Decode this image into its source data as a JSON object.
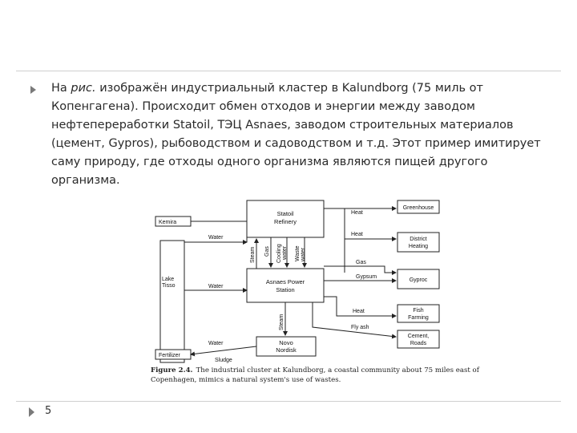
{
  "slide": {
    "paragraph_pre": "На ",
    "paragraph_italic": "рис.",
    "paragraph_post": "  изображён индустриальный кластер в Kalundborg (75 миль от Копенгагена). Происходит обмен отходов и энергии между заводом нефтепереработки Statoil, ТЭЦ Asnaes, заводом строительных материалов (цемент, Gypros), рыбоводством и садоводством и т.д. Этот пример имитирует саму природу, где отходы одного организма являются пищей другого организма.",
    "page_number": "5"
  },
  "figure": {
    "nodes": {
      "statoil_1": "Statoil",
      "statoil_2": "Refinery",
      "asnaes_1": "Asnaes Power",
      "asnaes_2": "Station",
      "kemira": "Kemira",
      "lake_1": "Lake",
      "lake_2": "Tisso",
      "fertilizer": "Fertilizer",
      "novo_1": "Novo",
      "novo_2": "Nordisk",
      "greenhouse": "Greenhouse",
      "district_1": "District",
      "district_2": "Heating",
      "gyproc": "Gyproc",
      "fish_1": "Fish",
      "fish_2": "Farming",
      "cement_1": "Cement,",
      "cement_2": "Roads"
    },
    "flows": {
      "water_top": "Water",
      "water_mid": "Water",
      "water_bottom": "Water",
      "sludge": "Sludge",
      "heat_greenhouse": "Heat",
      "heat_district": "Heat",
      "gas": "Gas",
      "gypsum": "Gypsum",
      "heat_fish": "Heat",
      "fly_ash": "Fly ash",
      "steam_up": "Steam",
      "gas_v": "Gas",
      "cooling_1": "Cooling",
      "cooling_2": "water",
      "waste_1": "Waste",
      "waste_2": "water",
      "steam_down": "Steam"
    },
    "caption": {
      "label": "Figure 2.4.",
      "line1": "The industrial cluster at Kalundborg, a coastal community about 75 miles east of",
      "line2": "Copenhagen, mimics a natural system's use of wastes."
    }
  }
}
